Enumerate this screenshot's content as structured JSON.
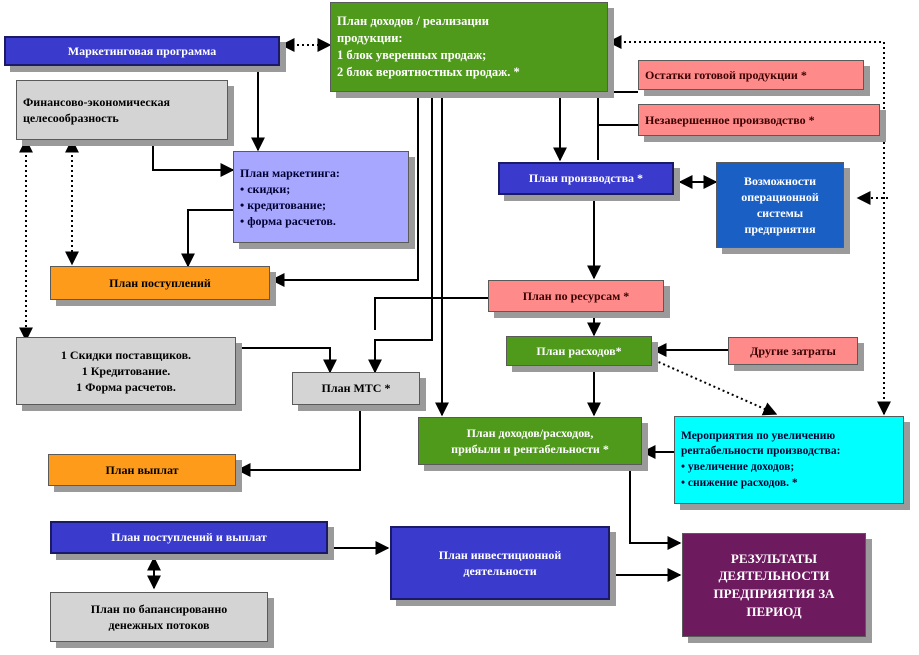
{
  "nodes": {
    "marketing_program": {
      "lines": [
        "Маркетинговая программа"
      ]
    },
    "income_plan_top": {
      "lines": [
        "План доходов / реализации",
        "продукции:",
        "1 блок уверенных продаж;",
        "2 блок вероятностных продаж. *"
      ]
    },
    "finished_goods": {
      "lines": [
        "Остатки готовой продукции  *"
      ]
    },
    "wip": {
      "lines": [
        "Незавершенное  производство  *"
      ]
    },
    "financial_feasibility": {
      "lines": [
        "Финансово-экономическая",
        "целесообразность"
      ]
    },
    "marketing_plan": {
      "lines": [
        "План маркетинга:",
        "• скидки;",
        "• кредитование;",
        "• форма расчетов."
      ]
    },
    "production_plan": {
      "lines": [
        "План производства *"
      ]
    },
    "capabilities": {
      "lines": [
        "Возможности",
        "операционной",
        "системы",
        "предприятия"
      ]
    },
    "receipts_plan": {
      "lines": [
        "План поступлений"
      ]
    },
    "resources_plan": {
      "lines": [
        "План по ресурсам  *"
      ]
    },
    "supplier_discounts": {
      "lines": [
        "1 Скидки поставщиков.",
        "1 Кредитование.",
        "1 Форма расчетов."
      ]
    },
    "expense_plan": {
      "lines": [
        "План расходов*"
      ]
    },
    "other_costs": {
      "lines": [
        "Другие  затраты"
      ]
    },
    "mts_plan": {
      "lines": [
        "План МТС *"
      ]
    },
    "income_expense_plan": {
      "lines": [
        "План доходов/расходов,",
        "прибыли и рентабельности *"
      ]
    },
    "measures": {
      "lines": [
        "Мероприятия  по увеличению",
        "рентабельности  производства:",
        "• увеличение  доходов;",
        "• снижение  расходов.  *"
      ]
    },
    "payments_plan": {
      "lines": [
        "План выплат"
      ]
    },
    "receipts_payments_plan": {
      "lines": [
        "План поступлений и выплат"
      ]
    },
    "investment_plan": {
      "lines": [
        "План инвестиционной",
        "деятельности"
      ]
    },
    "results": {
      "lines": [
        "РЕЗУЛЬТАТЫ",
        "ДЕЯТЕЛЬНОСТИ",
        "ПРЕДПРИЯТИЯ ЗА",
        "ПЕРИОД"
      ]
    },
    "balanced_cashflow": {
      "lines": [
        "План по бапансированно",
        "денежных потоков"
      ]
    }
  }
}
